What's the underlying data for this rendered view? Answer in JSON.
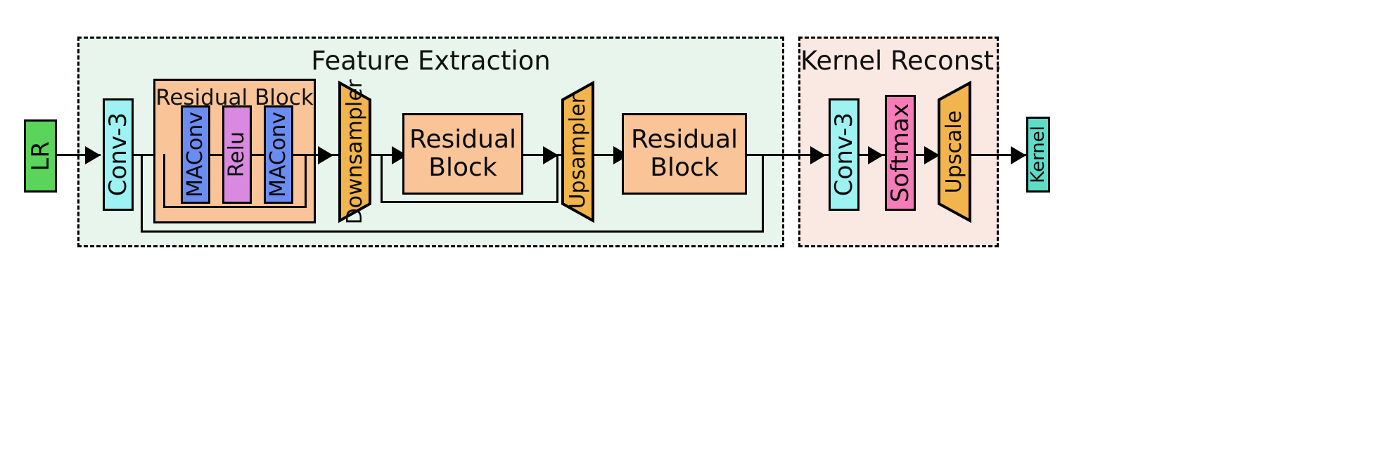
{
  "diagram": {
    "title": "Blind super-resolution kernel estimation network",
    "type": "neural-network-architecture"
  },
  "colors": {
    "feature_panel_bg": "#e8f5ec",
    "kernel_panel_bg": "#fae9e2",
    "input_green": "#5bd45b",
    "conv_cyan": "#9ef2f2",
    "residual_orange": "#f8c498",
    "maconv_blue": "#6b8cf0",
    "relu_purple": "#d98ae0",
    "sampler_orange": "#f2b44c",
    "softmax_pink": "#f67cb8",
    "kernel_teal": "#5ddcc8",
    "stroke": "#000000"
  },
  "panels": [
    {
      "id": "feature-extraction",
      "title": "Feature Extraction"
    },
    {
      "id": "kernel-reconstruction",
      "title": "Kernel Reconst."
    }
  ],
  "nodes": {
    "input": {
      "label": "LR",
      "kind": "input"
    },
    "conv3_fe": {
      "label": "Conv-3",
      "kind": "conv"
    },
    "residual_block_detail": {
      "label": "Residual Block",
      "children": [
        {
          "label": "MAConv",
          "kind": "maconv"
        },
        {
          "label": "Relu",
          "kind": "activation"
        },
        {
          "label": "MAConv",
          "kind": "maconv"
        }
      ]
    },
    "downsampler": {
      "label": "Downsampler",
      "kind": "sampler"
    },
    "residual_block_1": {
      "label": "Residual\nBlock",
      "kind": "residual"
    },
    "upsampler": {
      "label": "Upsampler",
      "kind": "sampler"
    },
    "residual_block_2": {
      "label": "Residual\nBlock",
      "kind": "residual"
    },
    "conv3_kr": {
      "label": "Conv-3",
      "kind": "conv"
    },
    "softmax": {
      "label": "Softmax",
      "kind": "activation"
    },
    "upscale": {
      "label": "Upscale",
      "kind": "sampler"
    },
    "output": {
      "label": "Kernel",
      "kind": "output"
    }
  },
  "flow": [
    "LR",
    "Conv-3",
    "Residual Block",
    "Downsampler",
    "Residual Block",
    "Upsampler",
    "Residual Block",
    "Conv-3",
    "Softmax",
    "Upscale",
    "Kernel"
  ],
  "skip_connections": [
    {
      "from": "Conv-3",
      "to": "Residual Block output",
      "name": "inner-residual-skip"
    },
    {
      "from": "Downsampler",
      "to": "Upsampler",
      "name": "mid-scale-skip"
    },
    {
      "from": "Conv-3",
      "to": "Residual Block 2 output",
      "name": "global-skip"
    }
  ]
}
